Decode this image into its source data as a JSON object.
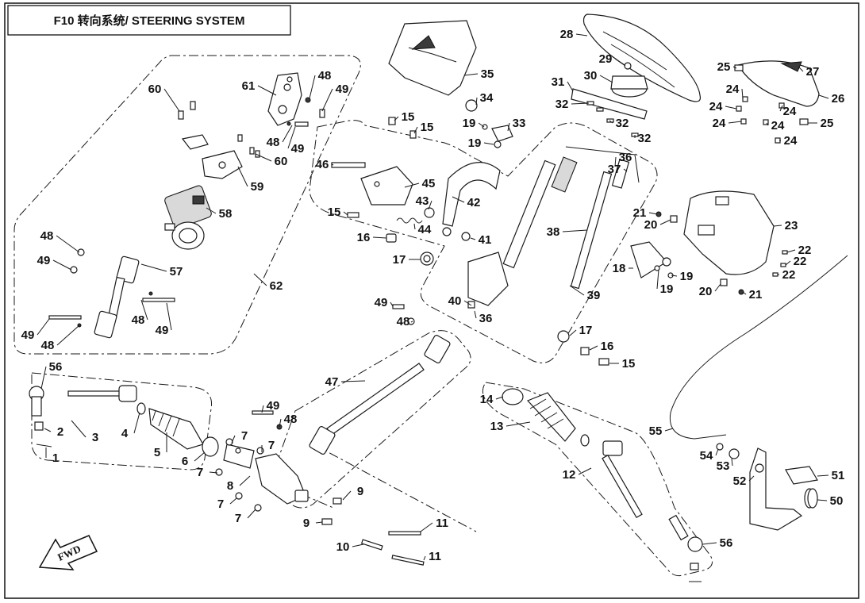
{
  "title": "F10 转向系统/ STEERING SYSTEM",
  "fwd_label": "FWD",
  "callouts": [
    "1",
    "2",
    "3",
    "4",
    "5",
    "6",
    "7",
    "8",
    "9",
    "10",
    "11",
    "12",
    "13",
    "14",
    "15",
    "16",
    "17",
    "18",
    "19",
    "20",
    "21",
    "22",
    "23",
    "24",
    "25",
    "26",
    "27",
    "28",
    "29",
    "30",
    "31",
    "32",
    "33",
    "34",
    "35",
    "36",
    "37",
    "38",
    "39",
    "40",
    "41",
    "42",
    "43",
    "44",
    "45",
    "46",
    "47",
    "48",
    "49",
    "50",
    "51",
    "52",
    "53",
    "54",
    "55",
    "56",
    "57",
    "58",
    "59",
    "60",
    "61",
    "62"
  ]
}
